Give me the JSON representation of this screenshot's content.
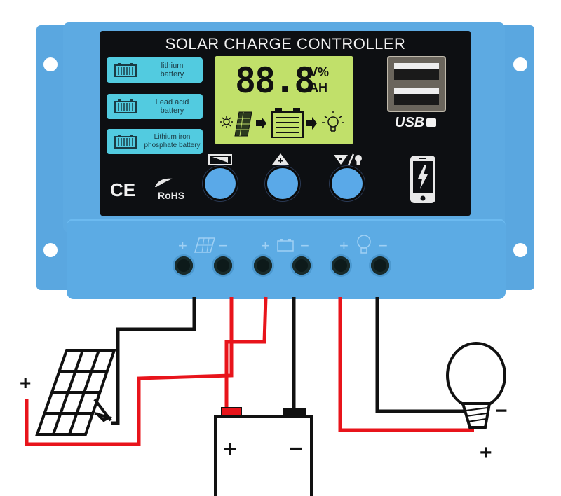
{
  "controller": {
    "title": "SOLAR CHARGE CONTROLLER",
    "battery_types": [
      {
        "label_line1": "lithium",
        "label_line2": "battery",
        "icon": "battery-icon"
      },
      {
        "label_line1": "Lead acid",
        "label_line2": "battery",
        "icon": "battery-icon"
      },
      {
        "label_line1": "Lithium iron",
        "label_line2": "phosphate battery",
        "icon": "battery-icon"
      }
    ],
    "lcd": {
      "digits": "88.8",
      "unit_top": "V%",
      "unit_bottom": "AH",
      "flow_icons": [
        "sun-icon",
        "solar-panel-icon",
        "arrow-right-icon",
        "battery-icon",
        "arrow-right-icon",
        "bulb-icon"
      ]
    },
    "buttons": [
      {
        "name": "menu",
        "symbol_label": "menu-icon"
      },
      {
        "name": "up",
        "symbol_label": "+"
      },
      {
        "name": "down-load",
        "symbol_label": "▼/💡"
      }
    ],
    "usb": {
      "label": "USB",
      "ports": 2
    },
    "certifications": {
      "ce": "CE",
      "rohs": "RoHS"
    },
    "terminals": [
      {
        "group": "solar",
        "plus": "+",
        "minus": "−"
      },
      {
        "group": "battery",
        "plus": "+",
        "minus": "−"
      },
      {
        "group": "load",
        "plus": "+",
        "minus": "−"
      }
    ],
    "colors": {
      "housing": "#5daae2",
      "panel": "#0d0f12",
      "lcd": "#c1e06a",
      "battery_label": "#52cbe0",
      "button": "#5aa9e8"
    }
  },
  "wiring": {
    "solar_plus": "+",
    "battery_plus": "+",
    "battery_minus": "−",
    "load_minus": "−",
    "load_plus": "+",
    "colors": {
      "positive": "#e8141b",
      "negative": "#111111"
    }
  }
}
